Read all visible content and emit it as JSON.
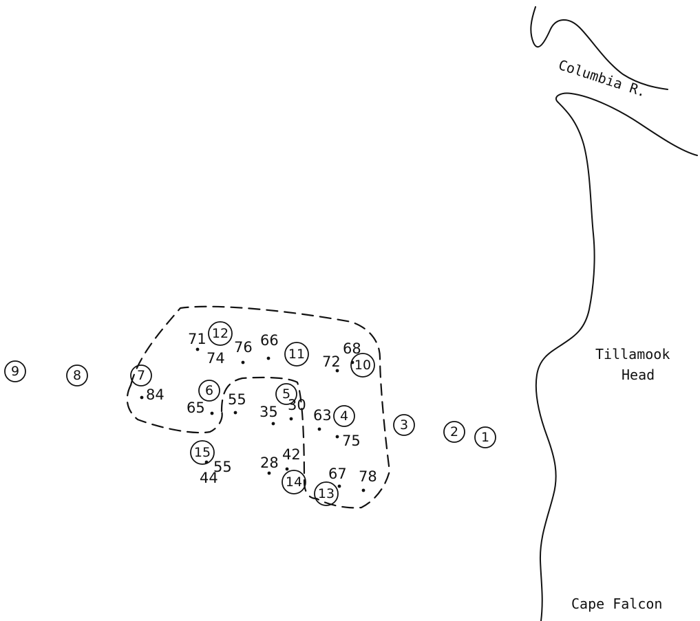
{
  "place_labels": {
    "river": "Columbia R.",
    "headland_line1": "Tillamook",
    "headland_line2": "Head",
    "cape": "Cape Falcon"
  },
  "stations": [
    {
      "id": "1",
      "label": "1"
    },
    {
      "id": "2",
      "label": "2"
    },
    {
      "id": "3",
      "label": "3"
    },
    {
      "id": "4",
      "label": "4"
    },
    {
      "id": "5",
      "label": "5"
    },
    {
      "id": "6",
      "label": "6"
    },
    {
      "id": "7",
      "label": "7"
    },
    {
      "id": "8",
      "label": "8"
    },
    {
      "id": "9",
      "label": "9"
    },
    {
      "id": "10",
      "label": "10"
    },
    {
      "id": "11",
      "label": "11"
    },
    {
      "id": "12",
      "label": "12"
    },
    {
      "id": "13",
      "label": "13"
    },
    {
      "id": "14",
      "label": "14"
    },
    {
      "id": "15",
      "label": "15"
    }
  ],
  "sample_values": [
    "71",
    "74",
    "76",
    "66",
    "72",
    "68",
    "84",
    "65",
    "55",
    "35",
    "30",
    "63",
    "75",
    "55",
    "44",
    "28",
    "42",
    "67",
    "78"
  ]
}
